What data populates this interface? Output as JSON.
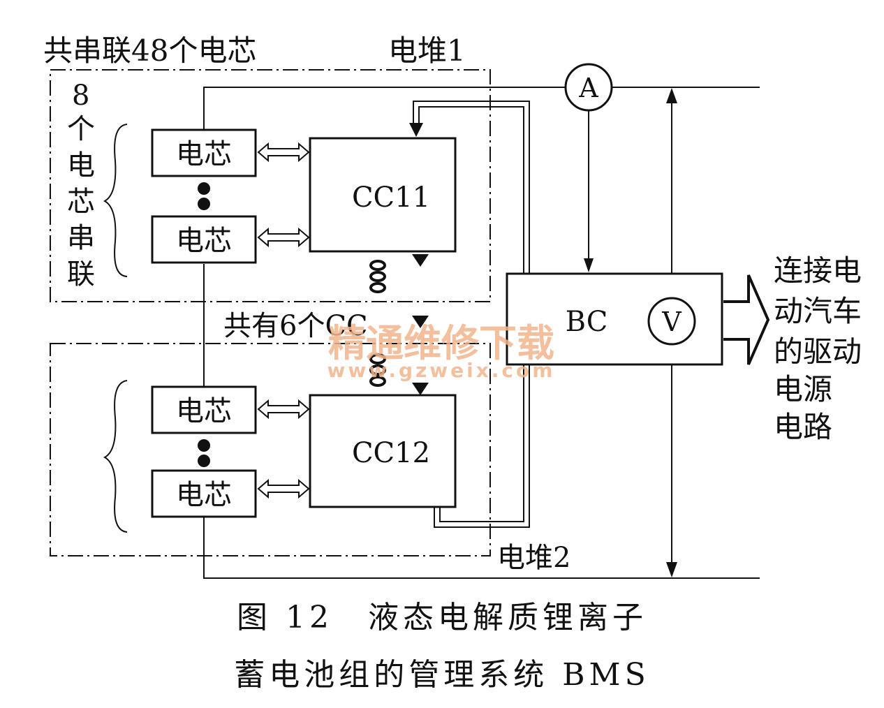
{
  "labels": {
    "total_cells": "共串联48个电芯",
    "stack1": "电堆1",
    "stack2": "电堆2",
    "eight_cells_series": [
      "8",
      "个",
      "电",
      "芯",
      "串",
      "联"
    ],
    "six_cc": "共有6个CC",
    "cell": "电芯",
    "cc11": "CC11",
    "cc12": "CC12",
    "bc": "BC",
    "ammeter": "A",
    "voltmeter": "V",
    "drive_circuit": [
      "连接电",
      "动汽车",
      "的驱动",
      "电源",
      "电路"
    ]
  },
  "watermark": {
    "line1": "精通维修下载",
    "line2": "www.gzweix.com"
  },
  "caption": {
    "line1": "图 12　液态电解质锂离子",
    "line2": "蓄电池组的管理系统 BMS"
  }
}
